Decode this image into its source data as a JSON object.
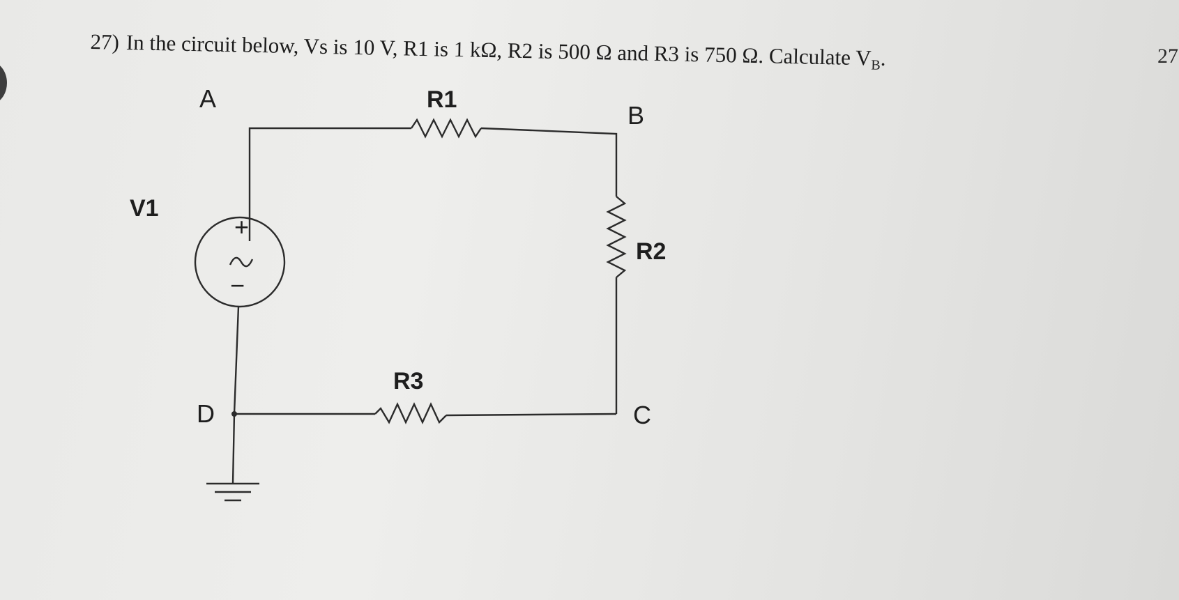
{
  "question": {
    "number": "27)",
    "text": "In the circuit below, Vs is 10 V, R1 is  1 kΩ, R2 is 500 Ω and R3 is 750 Ω.  Calculate V",
    "subscript": "B",
    "end": "."
  },
  "page_number": "27",
  "circuit": {
    "nodes": {
      "a": "A",
      "b": "B",
      "c": "C",
      "d": "D"
    },
    "source_label": "V1",
    "source_plus": "+",
    "source_minus": "−",
    "source_symbol": "~",
    "resistors": {
      "r1": "R1",
      "r2": "R2",
      "r3": "R3"
    }
  }
}
